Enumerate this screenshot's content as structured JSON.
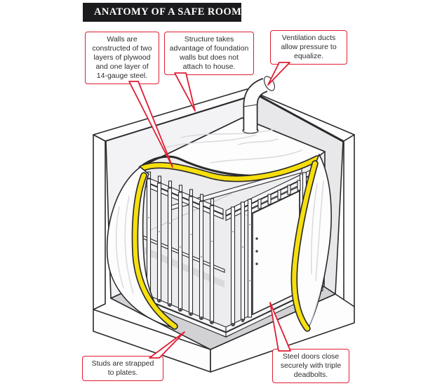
{
  "title": {
    "text": "ANATOMY OF A SAFE ROOM"
  },
  "callouts": {
    "walls": {
      "lines": [
        "Walls are",
        "constructed of two",
        "layers of plywood",
        "and one layer of",
        "14-gauge steel."
      ]
    },
    "structure": {
      "lines": [
        "Structure takes",
        "advantage of foundation",
        "walls but does not",
        "attach to house."
      ]
    },
    "ventilation": {
      "lines": [
        "Ventilation ducts",
        "allow pressure to",
        "equalize."
      ]
    },
    "studs": {
      "lines": [
        "Studs are strapped",
        "to plates."
      ]
    },
    "door": {
      "lines": [
        "Steel doors close",
        "securely with triple",
        "deadbolts."
      ]
    }
  },
  "colors": {
    "accent_red": "#e01d32",
    "accent_yellow": "#f6df0d",
    "ink": "#2a2a2c",
    "bar_black": "#1b1b1d",
    "floor_gray": "#d2d2d4"
  },
  "icons": {
    "title_bullet": "yellow-square-bullet"
  }
}
